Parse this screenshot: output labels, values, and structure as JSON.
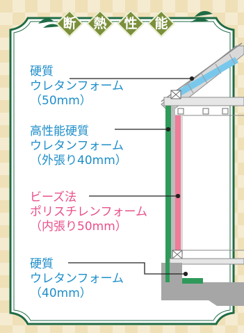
{
  "title": {
    "chars": [
      "断",
      "熱",
      "性",
      "能"
    ]
  },
  "labels": [
    {
      "lines": [
        "硬質",
        "ウレタンフォーム",
        "（50mm）"
      ],
      "color": "#1e8ec9"
    },
    {
      "lines": [
        "高性能硬質",
        "ウレタンフォーム",
        "（外張り40mm）"
      ],
      "color": "#1e8ec9"
    },
    {
      "lines": [
        "ビーズ法",
        "ポリスチレンフォーム",
        "（内張り50mm）"
      ],
      "color": "#e8508a"
    },
    {
      "lines": [
        "硬質",
        "ウレタンフォーム",
        "（40mm）"
      ],
      "color": "#1e8ec9"
    }
  ],
  "colors": {
    "frame_green": "#1f6b45",
    "title_diamond": "#7b8f3c",
    "roof_insulation": "#79c8ec",
    "wall_insulation_outer": "#2f9a5a",
    "wall_insulation_inner": "#f07c97",
    "structure_gray": "#a6a6a6"
  }
}
